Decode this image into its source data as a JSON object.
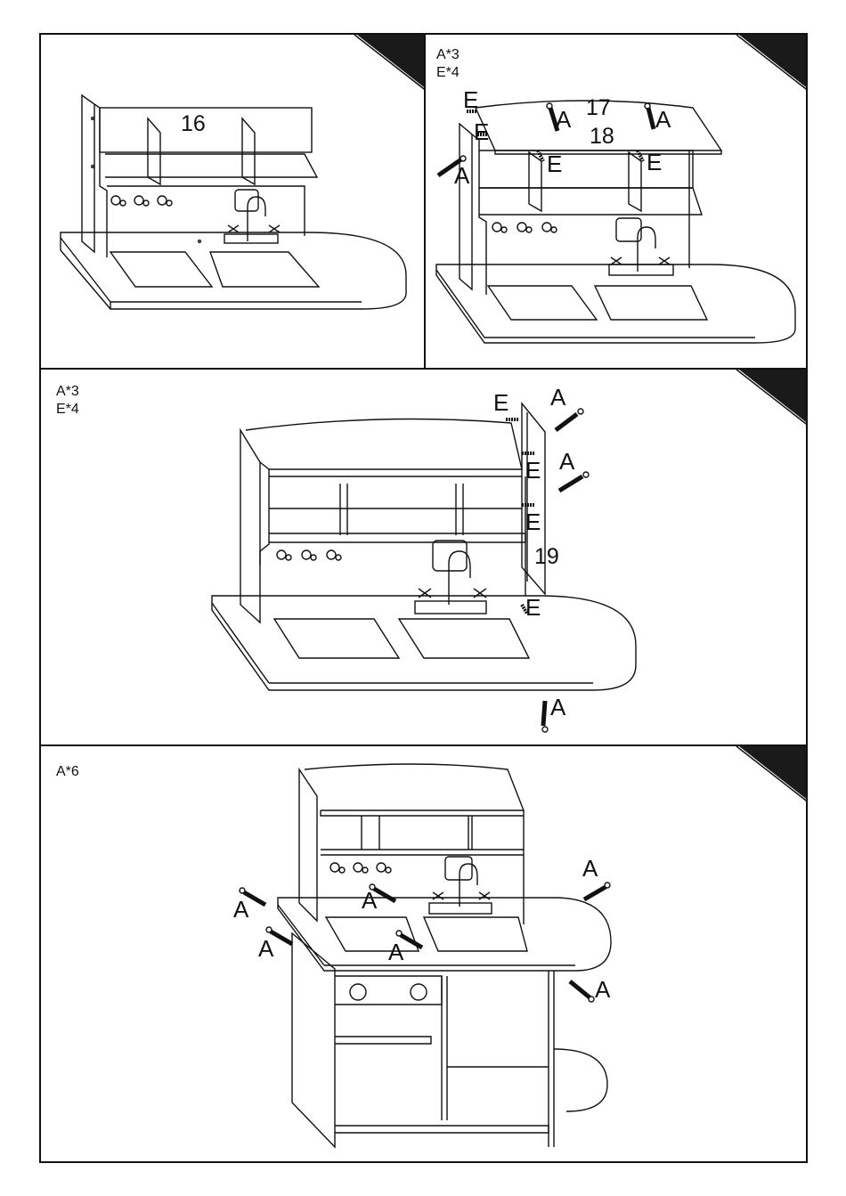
{
  "steps": [
    {
      "quantities": [],
      "part_numbers": [
        "16"
      ],
      "labels": []
    },
    {
      "quantities": [
        "A*3",
        "E*4"
      ],
      "part_numbers": [
        "17",
        "18"
      ],
      "labels": [
        "E",
        "E",
        "A",
        "A",
        "A",
        "E",
        "E"
      ]
    },
    {
      "quantities": [
        "A*3",
        "E*4"
      ],
      "part_numbers": [
        "19"
      ],
      "labels": [
        "E",
        "A",
        "A",
        "E",
        "E",
        "E",
        "A"
      ]
    },
    {
      "quantities": [
        "A*6"
      ],
      "part_numbers": [],
      "labels": [
        "A",
        "A",
        "A",
        "A",
        "A",
        "A"
      ]
    }
  ],
  "colors": {
    "line": "#111111",
    "background": "#ffffff",
    "corner_tab": "#1a1a1a"
  },
  "icons": [
    "screw-icon",
    "dowel-icon",
    "faucet-icon",
    "hook-icon",
    "knob-icon"
  ]
}
